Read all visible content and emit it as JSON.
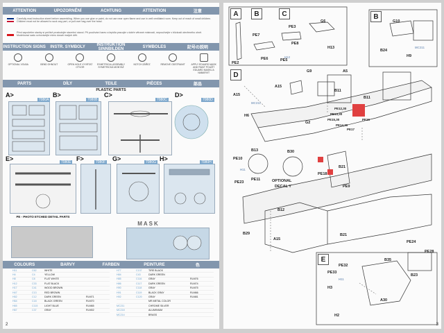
{
  "left_page": {
    "header_band": [
      "ATTENTION",
      "UPOZORNĚNÍ",
      "ACHTUNG",
      "ATTENTION",
      "注意"
    ],
    "warning_en": "Carefully read instruction sheet before assembling. When you use glue or paint, do not use near open flame and use in well ventilated room. Keep out of reach of small children. Children must not be allowed to suck any part, or pull over bag over the head.",
    "warning_cz": "Před započetím stavby si pečlivě prostudujte stavební návod. Při používání barev a lepidla pracujte v dobře větrané místnosti, nepoužívejte v blízkosti otevřeného ohně. Modelovací sadu uchovávejte mimo dosah malých dětí.",
    "instruction_band": [
      "INSTRUCTION SIGNS",
      "INSTR. SYMBOLY",
      "INSTRUKTION SINNBILDEN",
      "SYMBOLES",
      "記号の説明"
    ],
    "signs": [
      {
        "icon": "optional-icon",
        "text": "OPTIONAL VOLBA"
      },
      {
        "icon": "bend-icon",
        "text": "BEND OHNOUT"
      },
      {
        "icon": "open-hole-icon",
        "text": "OPEN HOLE VYVRTAT OTVOR"
      },
      {
        "icon": "symmetrical-assembly-icon",
        "text": "SYMETRICAL ASSEMBLY SYMETRICKÁ MONTÁŽ"
      },
      {
        "icon": "notch-icon",
        "text": "NOTCH ZÁŘEZ"
      },
      {
        "icon": "remove-icon",
        "text": "REMOVE ODSTRANIT"
      },
      {
        "icon": "mask-icon",
        "text": "APPLY EDUARD MASK AND PAINT POUŽÍT EDUARD MASKU A NABARVIT"
      }
    ],
    "parts_band": [
      "PARTS",
      "DÍLY",
      "TEILE",
      "PIÈCES",
      "部品"
    ],
    "plastic_parts_title": "PLASTIC PARTS",
    "sprues": [
      {
        "label": "A>",
        "no": "7080A"
      },
      {
        "label": "B>",
        "no": "7080B"
      },
      {
        "label": "C>",
        "no": "7080C"
      },
      {
        "label": "D>",
        "no": "7080D"
      },
      {
        "label": "E>",
        "no": "7080E"
      },
      {
        "label": "F>",
        "no": "7080F"
      },
      {
        "label": "G>",
        "no": "7080G"
      },
      {
        "label": "H>",
        "no": "7080H"
      }
    ],
    "pe_title": "PE - PHOTO ETCHED DETAIL PARTS",
    "mask_title": "MASK",
    "colours_band": [
      "COLOURS",
      "BARVY",
      "FARBEN",
      "PEINTURE",
      "色"
    ],
    "colours_left": [
      {
        "code": "H11",
        "code2": "C62",
        "name": "WHITE",
        "ref": ""
      },
      {
        "code": "H4",
        "code2": "C4",
        "name": "YELLOW",
        "ref": ""
      },
      {
        "code": "H8",
        "code2": "C8",
        "name": "FLAT WHITE",
        "ref": ""
      },
      {
        "code": "H12",
        "code2": "C33",
        "name": "FLAT BLACK",
        "ref": ""
      },
      {
        "code": "H17",
        "code2": "C41",
        "name": "WOOD BROWN",
        "ref": ""
      },
      {
        "code": "H47",
        "code2": "C13",
        "name": "RED BROWN",
        "ref": ""
      },
      {
        "code": "H52",
        "code2": "C12",
        "name": "DARK GREEN",
        "ref": "RLM71"
      },
      {
        "code": "H64",
        "code2": "C18",
        "name": "BLACK GREEN",
        "ref": "RLM70"
      },
      {
        "code": "H65",
        "code2": "C115",
        "name": "LIGHT BLUE",
        "ref": "RLM65"
      },
      {
        "code": "H67",
        "code2": "C37",
        "name": "GRAY",
        "ref": "RLM02"
      }
    ],
    "colours_right": [
      {
        "code": "H77",
        "code2": "C137",
        "name": "TIRE BLACK",
        "ref": ""
      },
      {
        "code": "H84",
        "code2": "C43",
        "name": "DARK GREEN",
        "ref": ""
      },
      {
        "code": "H85",
        "code2": "C116",
        "name": "GRAY",
        "ref": "RLM76"
      },
      {
        "code": "H86",
        "code2": "C117",
        "name": "DARK GREEN",
        "ref": "RLM74"
      },
      {
        "code": "H90",
        "code2": "C118",
        "name": "GRAY",
        "ref": "RLM75"
      },
      {
        "code": "H91",
        "code2": "C119",
        "name": "BLACK GRAY",
        "ref": "RLM66"
      },
      {
        "code": "H92",
        "code2": "C120",
        "name": "GRAY",
        "ref": "RLM81"
      },
      {
        "code": "",
        "code2": "",
        "name": "MR.METAL COLOR",
        "ref": ""
      },
      {
        "code": "MC211",
        "code2": "",
        "name": "CHROME SILVER",
        "ref": ""
      },
      {
        "code": "MC218",
        "code2": "",
        "name": "ALUMINIUM",
        "ref": ""
      },
      {
        "code": "MC214",
        "code2": "",
        "name": "BRASS",
        "ref": ""
      }
    ],
    "page_number": "2"
  },
  "right_page": {
    "steps": [
      "A",
      "B",
      "C",
      "D",
      "E"
    ],
    "labels": {
      "pe7": "PE7",
      "pe6": "PE6",
      "pe3": "PE3",
      "pe8": "PE8",
      "pe5": "PE5",
      "g6": "G6",
      "h13": "H13",
      "g10": "G10",
      "b24": "B24",
      "h9": "H9",
      "a15a": "A15",
      "a15b": "A15",
      "h6": "H6",
      "g9": "G9",
      "g2": "G2",
      "b11a": "B11",
      "b11b": "B11",
      "a5": "A5",
      "pe2": "PE2",
      "pe12": "PE12,30",
      "pe13": "PE13,30",
      "pe15": "PE15,30",
      "pe14": "PE14,30",
      "pe17": "PE17",
      "pe16": "PE16",
      "b13": "B13",
      "b30": "B30",
      "pe10": "PE10",
      "pe23": "PE23",
      "pe11": "PE11",
      "optional": "OPTIONAL",
      "decal": "DECAL Y",
      "b21a": "B21",
      "pe18": "PE18",
      "pe9": "PE9",
      "b12": "B12",
      "b29": "B29",
      "a15c": "A15",
      "b21b": "B21",
      "pe24": "PE24",
      "pe28": "PE28",
      "b23": "B23",
      "pe32": "PE32",
      "pe33": "PE33",
      "b35": "B35",
      "h3": "H3",
      "h2": "H2",
      "a30": "A30",
      "mc1": "MC211",
      "mc2": "MC211",
      "mc3": "H11",
      "mc4": "H11",
      "mc5": "H12"
    },
    "page_number": "3"
  }
}
